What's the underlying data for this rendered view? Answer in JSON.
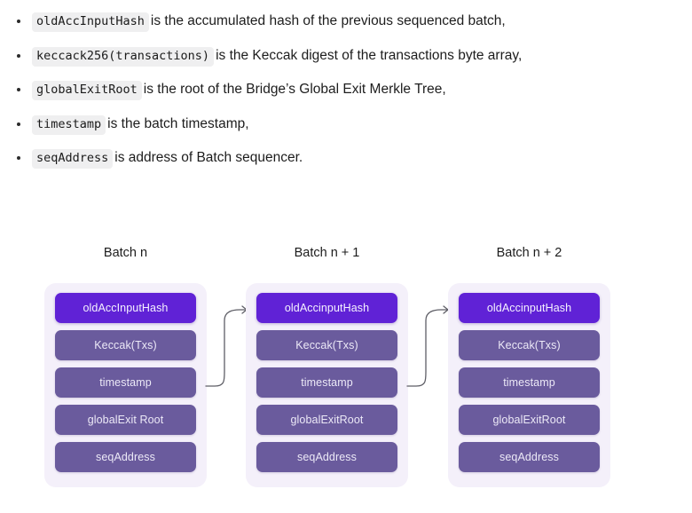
{
  "definitions": [
    {
      "code": "oldAccInputHash",
      "text": "is the accumulated hash of the previous sequenced batch,"
    },
    {
      "code": "keccack256(transactions)",
      "text": "is the Keccak digest of the transactions byte array,"
    },
    {
      "code": "globalExitRoot",
      "text": "is the root of the Bridge’s Global Exit Merkle Tree,"
    },
    {
      "code": "timestamp",
      "text": "is the batch timestamp,"
    },
    {
      "code": "seqAddress",
      "text": "is address of Batch sequencer."
    }
  ],
  "diagram": {
    "colors": {
      "card_background": "#f4f0fa",
      "row_default": "#6a5b9d",
      "row_highlight": "#6022d6",
      "row_text": "#ece9f7",
      "connector": "#5e5e66"
    },
    "batches": [
      {
        "title": "Batch n",
        "rows": [
          {
            "label": "oldAccInputHash",
            "highlight": true
          },
          {
            "label": "Keccak(Txs)",
            "highlight": false
          },
          {
            "label": "timestamp",
            "highlight": false
          },
          {
            "label": "globalExit Root",
            "highlight": false
          },
          {
            "label": "seqAddress",
            "highlight": false
          }
        ]
      },
      {
        "title": "Batch n + 1",
        "rows": [
          {
            "label": "oldAccinputHash",
            "highlight": true
          },
          {
            "label": "Keccak(Txs)",
            "highlight": false
          },
          {
            "label": "timestamp",
            "highlight": false
          },
          {
            "label": "globalExitRoot",
            "highlight": false
          },
          {
            "label": "seqAddress",
            "highlight": false
          }
        ]
      },
      {
        "title": "Batch n + 2",
        "rows": [
          {
            "label": "oldAccinputHash",
            "highlight": true
          },
          {
            "label": "Keccak(Txs)",
            "highlight": false
          },
          {
            "label": "timestamp",
            "highlight": false
          },
          {
            "label": "globalExitRoot",
            "highlight": false
          },
          {
            "label": "seqAddress",
            "highlight": false
          }
        ]
      }
    ],
    "connectors": [
      {
        "from": "batch-1-timestamp",
        "to": "batch-2-oldaccinputhash"
      },
      {
        "from": "batch-2-timestamp",
        "to": "batch-3-oldaccinputhash"
      }
    ]
  }
}
